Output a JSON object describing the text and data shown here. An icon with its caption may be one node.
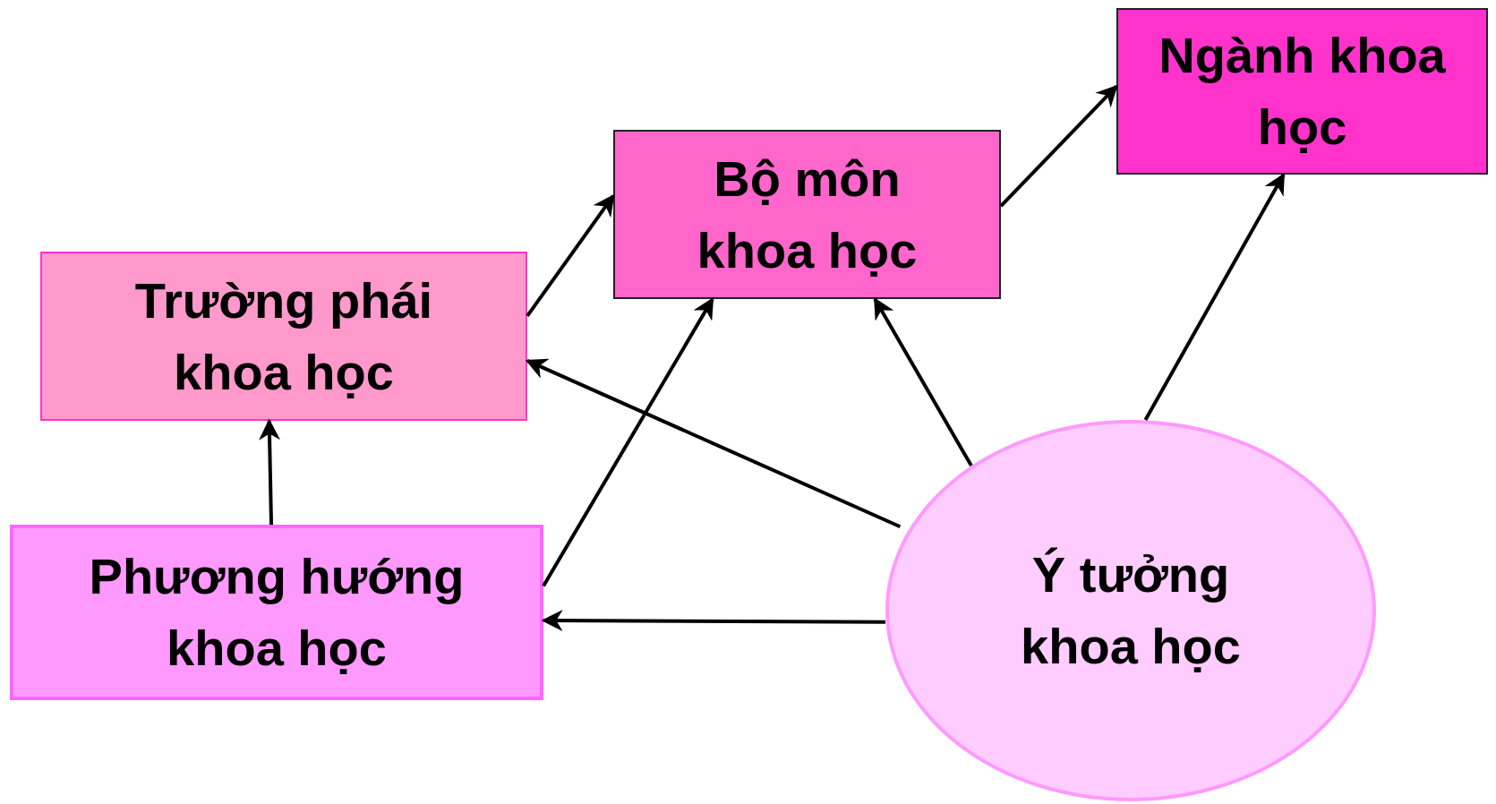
{
  "diagram": {
    "nodes": [
      {
        "text": [
          "Ngành khoa học"
        ]
      },
      {
        "text": [
          "Bộ môn khoa học"
        ]
      },
      {
        "text": [
          "Trường phái khoa học"
        ]
      },
      {
        "text": [
          "Phương hướng khoa học"
        ]
      },
      {
        "text": [
          "Ý tưởng khoa học"
        ]
      }
    ],
    "edges": [
      {
        "from": 2,
        "to": 1,
        "arrow": "to"
      },
      {
        "from": 1,
        "to": 0,
        "arrow": "to"
      },
      {
        "from": 4,
        "to": 0,
        "arrow": "to"
      },
      {
        "from": 4,
        "to": 1,
        "arrow": "to"
      },
      {
        "from": 4,
        "to": 2,
        "arrow": "to"
      },
      {
        "from": 4,
        "to": 3,
        "arrow": "to"
      },
      {
        "from": 3,
        "to": 1,
        "arrow": "to"
      },
      {
        "from": 3,
        "to": 2,
        "arrow": "to"
      }
    ]
  }
}
